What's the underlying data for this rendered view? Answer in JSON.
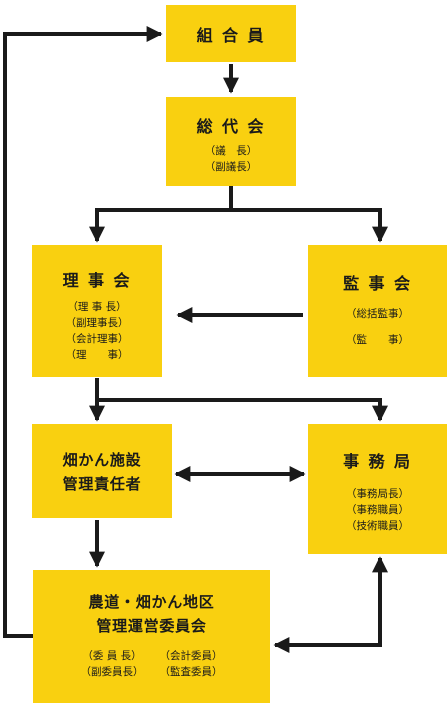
{
  "nodes": {
    "kumiaiin": {
      "title": "組 合 員"
    },
    "soudaikai": {
      "title": "総 代 会",
      "roles": [
        "（議　長）",
        "（副議長）"
      ]
    },
    "rijikai": {
      "title": "理 事 会",
      "roles": [
        "（理 事 長）",
        "（副理事長）",
        "（会計理事）",
        "（理　　事）"
      ]
    },
    "kansakai": {
      "title": "監 事 会",
      "roles": [
        "（総括監事）",
        "（監　　事）"
      ]
    },
    "hatakan": {
      "title_lines": [
        "畑かん施設",
        "管理責任者"
      ]
    },
    "jimukyoku": {
      "title": "事 務 局",
      "roles": [
        "（事務局長）",
        "（事務職員）",
        "（技術職員）"
      ]
    },
    "iinkai": {
      "title_lines": [
        "農道・畑かん地区",
        "管理運営委員会"
      ],
      "roles_left": [
        "（委 員 長）",
        "（副委員長）"
      ],
      "roles_right": [
        "（会計委員）",
        "（監査委員）"
      ]
    }
  },
  "colors": {
    "box": "#f9d010",
    "line": "#1a1a1a"
  }
}
